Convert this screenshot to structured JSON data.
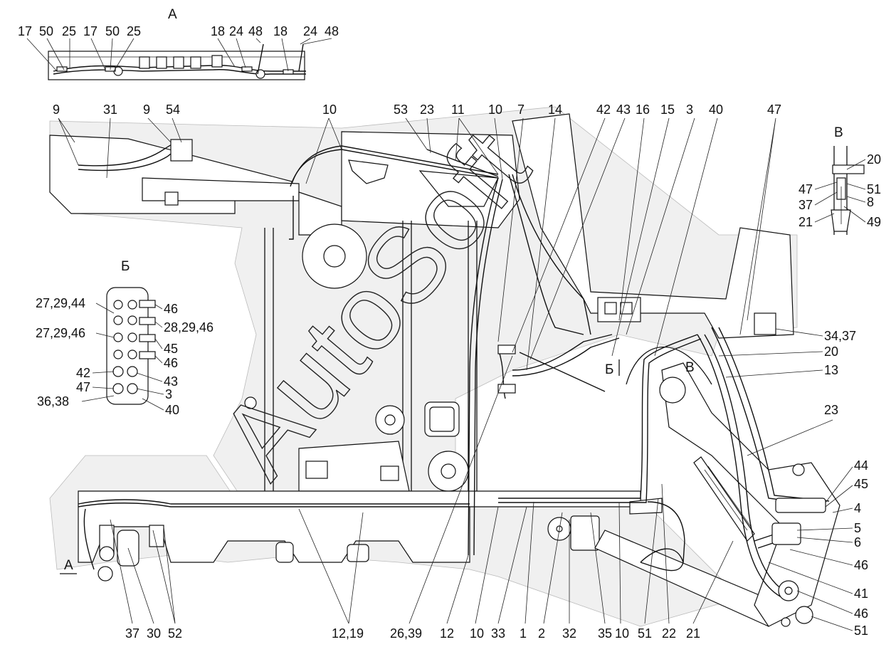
{
  "sections": {
    "A_top": "А",
    "A_bottom": "А",
    "B": "Б",
    "B_marker": "Б",
    "V": "В",
    "V_marker": "В"
  },
  "watermark": "AutoSoft",
  "labels": {
    "a_top": [
      "17",
      "50",
      "25",
      "17",
      "50",
      "25",
      "18",
      "24",
      "48",
      "18",
      "24",
      "48"
    ],
    "upper": [
      "9",
      "31",
      "9",
      "54",
      "10",
      "53",
      "23",
      "11",
      "10",
      "7",
      "14",
      "42",
      "43",
      "16",
      "15",
      "3",
      "40",
      "47"
    ],
    "view_v": [
      "20",
      "47",
      "51",
      "37",
      "8",
      "21",
      "49"
    ],
    "view_b": [
      "27,29,44",
      "46",
      "28,29,46",
      "27,29,46",
      "45",
      "46",
      "42",
      "43",
      "47",
      "3",
      "36,38",
      "40"
    ],
    "right": [
      "34,37",
      "20",
      "13",
      "23",
      "44",
      "45",
      "4",
      "5",
      "6",
      "46",
      "41",
      "46",
      "51"
    ],
    "bottom": [
      "37",
      "30",
      "52",
      "12,19",
      "26,39",
      "12",
      "10",
      "33",
      "1",
      "2",
      "32",
      "35",
      "10",
      "51",
      "22",
      "21"
    ]
  },
  "colors": {
    "line": "#111111",
    "background": "#ffffff"
  }
}
